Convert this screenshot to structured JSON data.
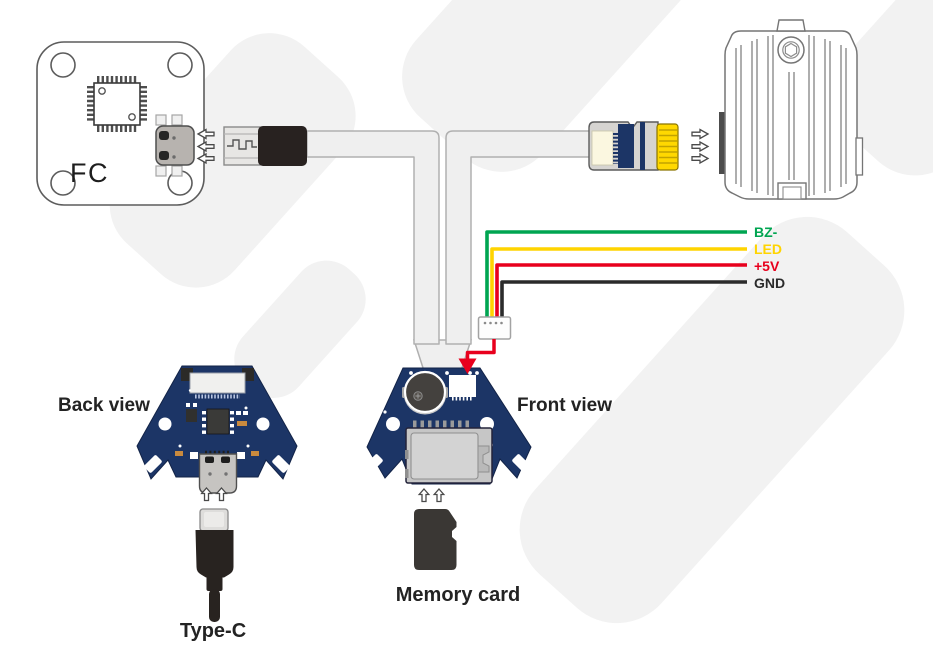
{
  "labels": {
    "fc": "FC",
    "back_view": "Back view",
    "front_view": "Front view",
    "type_c": "Type-C",
    "memory_card": "Memory card"
  },
  "wires": [
    {
      "name": "buzzer-negative",
      "label": "BZ-",
      "color": "#00a551"
    },
    {
      "name": "led-signal",
      "label": "LED",
      "color": "#ffd400"
    },
    {
      "name": "power-5v",
      "label": "+5V",
      "color": "#e8001d"
    },
    {
      "name": "ground",
      "label": "GND",
      "color": "#2b2b2b"
    }
  ],
  "colors": {
    "pcb_navy": "#1c3566",
    "pointer_red": "#e8001d",
    "connector_gold": "#ffd800",
    "connector_navy": "#1c3566",
    "ribbon": "#efefef",
    "watermark": "#f2f2f2"
  },
  "icons": {
    "plug_direction_left": "⇦",
    "plug_direction_right": "⇨",
    "insert_direction_up": "⇧",
    "connection_pointer_down": "↓"
  }
}
